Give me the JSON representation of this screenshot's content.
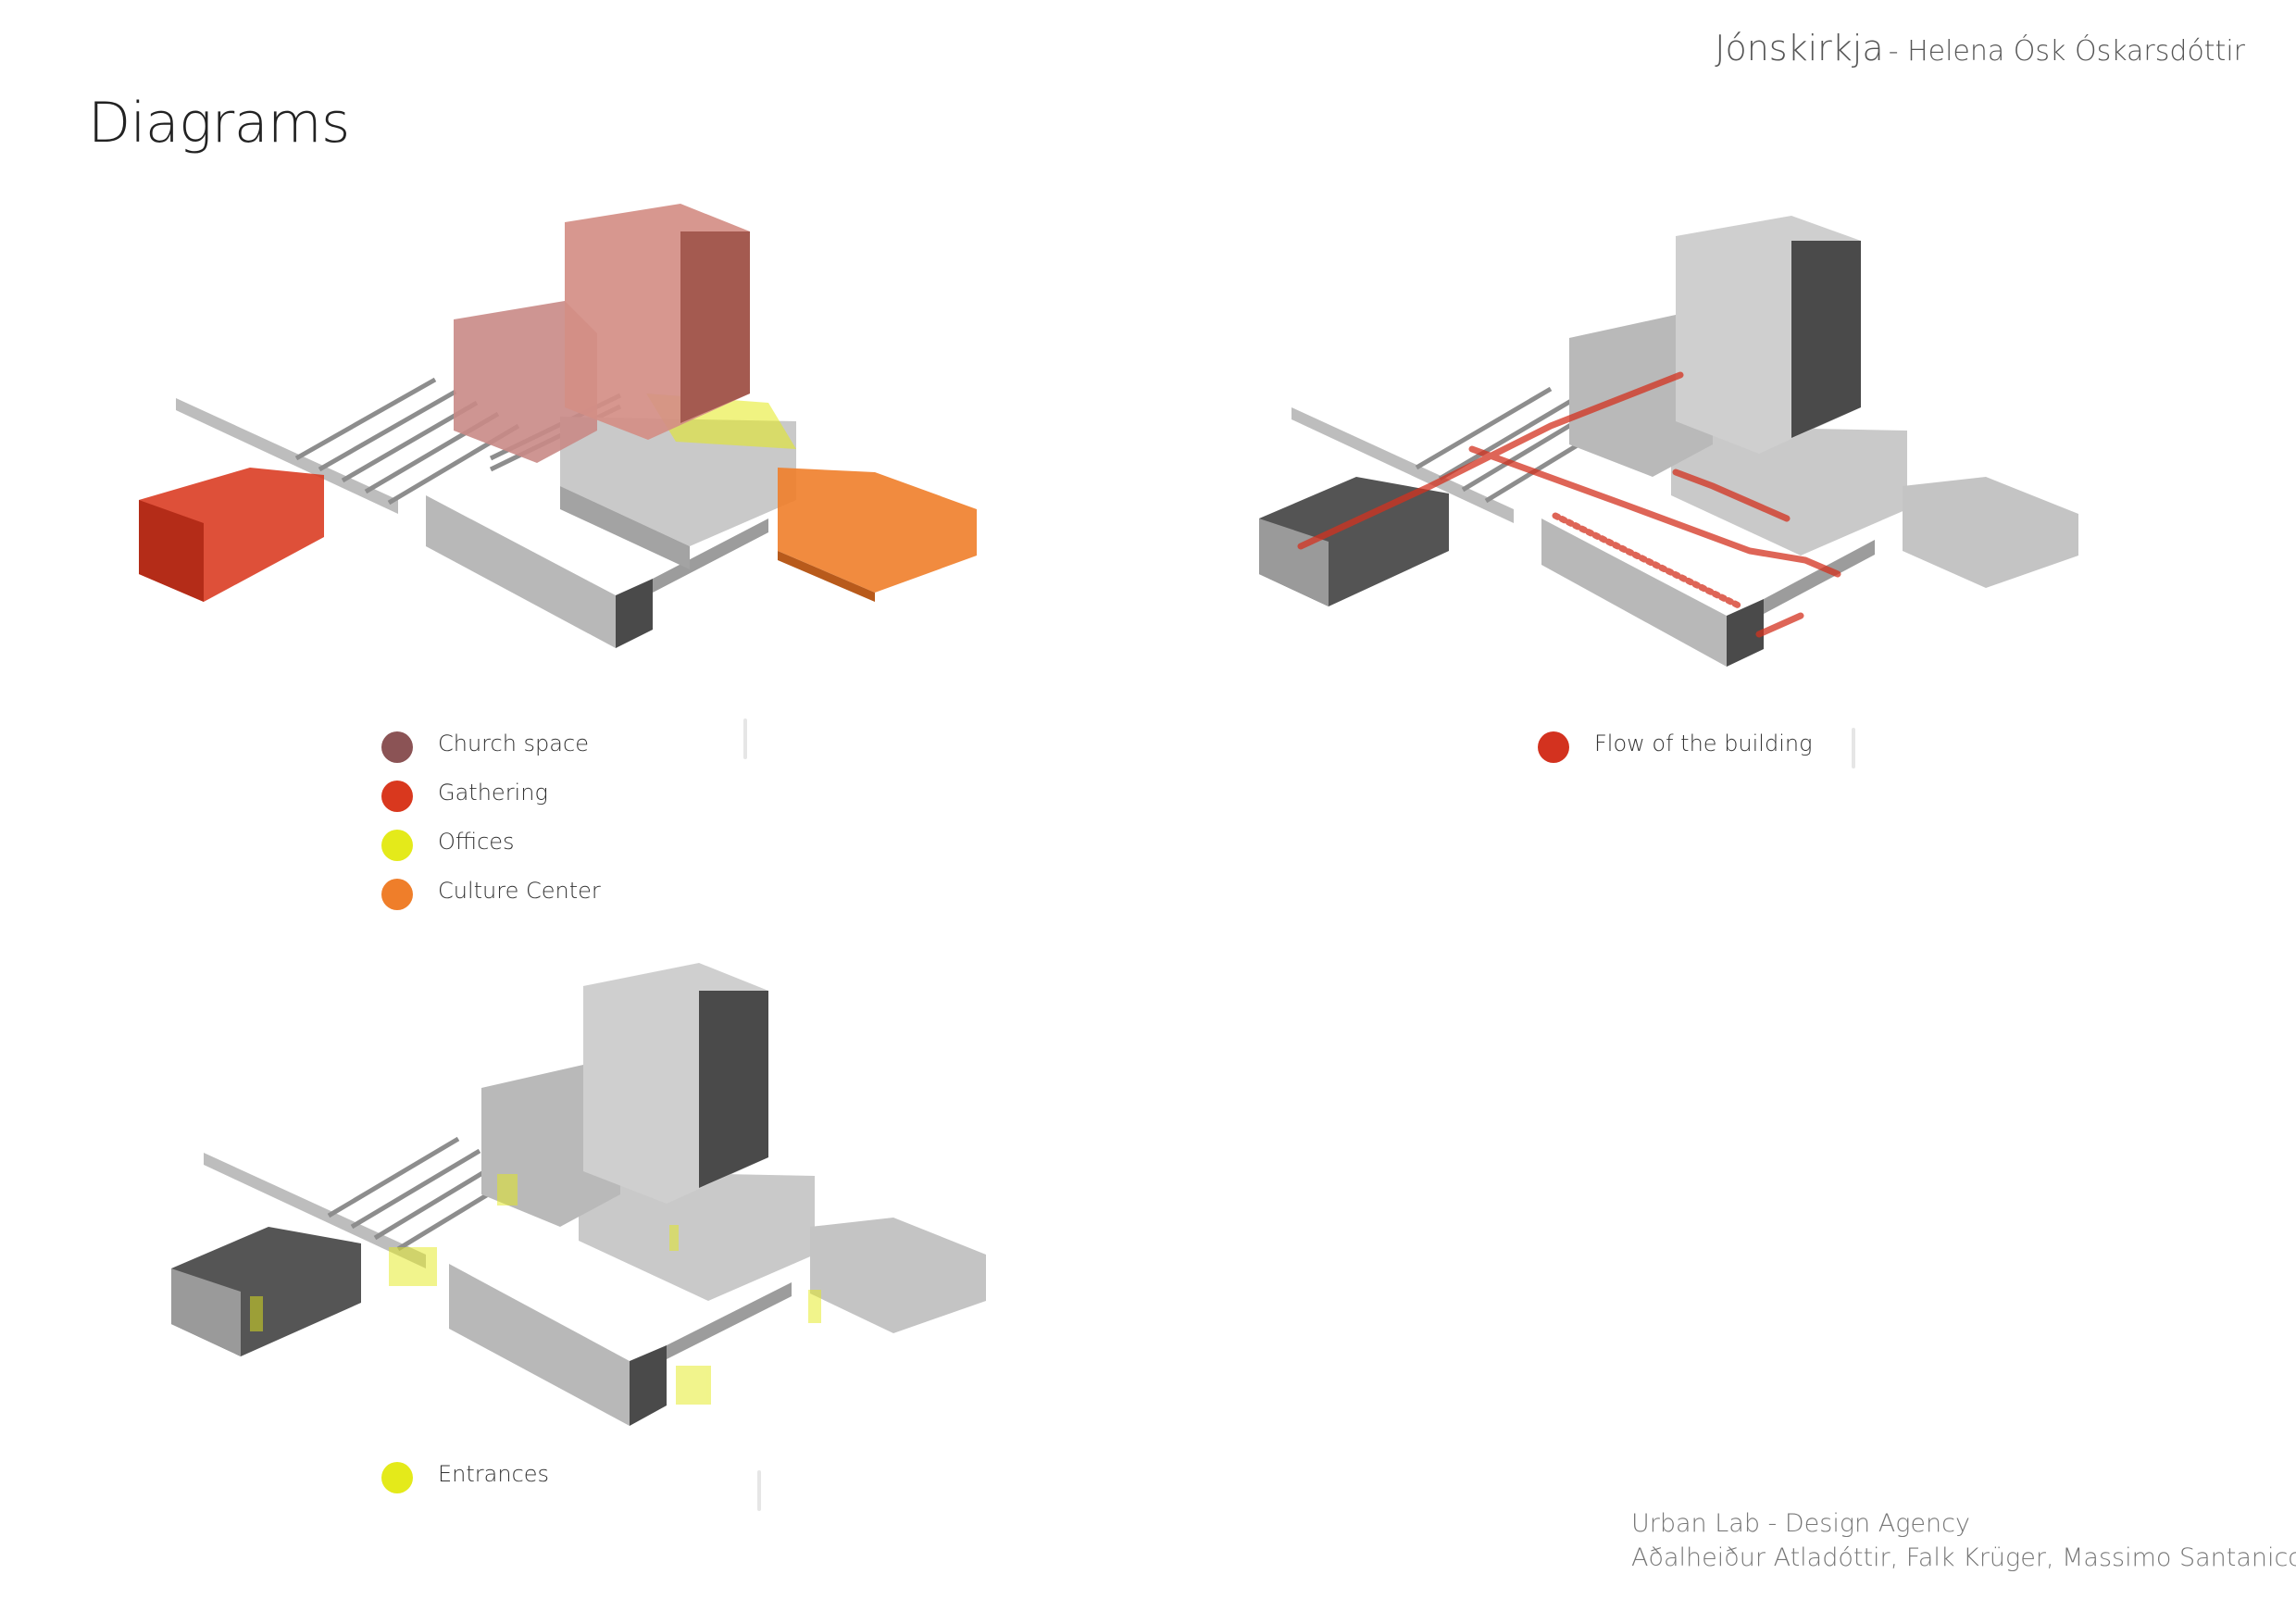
{
  "header": {
    "project": "Jónskirkja",
    "author": "- Helena Ósk Óskarsdóttir"
  },
  "page_title": "Diagrams",
  "colors": {
    "church_space": "#8b5355",
    "gathering": "#d9381e",
    "offices": "#e4ea1a",
    "culture_center": "#ef7e2a",
    "flow": "#d3321f",
    "entrances": "#e4ea1a",
    "mass_light": "#b3b3b3",
    "mass_dark": "#4a4a4a"
  },
  "diagrams": {
    "program": {
      "legend": [
        {
          "label": "Church space",
          "color": "#8b5355",
          "icon": "circle-dot"
        },
        {
          "label": "Gathering",
          "color": "#d9381e",
          "icon": "circle-dot"
        },
        {
          "label": "Offices",
          "color": "#e4ea1a",
          "icon": "circle-dot"
        },
        {
          "label": "Culture Center",
          "color": "#ef7e2a",
          "icon": "circle-dot"
        }
      ]
    },
    "flow": {
      "legend": [
        {
          "label": "Flow of the building",
          "color": "#d3321f",
          "icon": "circle-dot"
        }
      ]
    },
    "entrances": {
      "legend": [
        {
          "label": "Entrances",
          "color": "#e4ea1a",
          "icon": "circle-dot"
        }
      ]
    }
  },
  "footer": {
    "line1": "Urban Lab - Design Agency",
    "line2": "Aðalheiður Atladóttir, Falk Krüger, Massimo Santanicchia"
  }
}
